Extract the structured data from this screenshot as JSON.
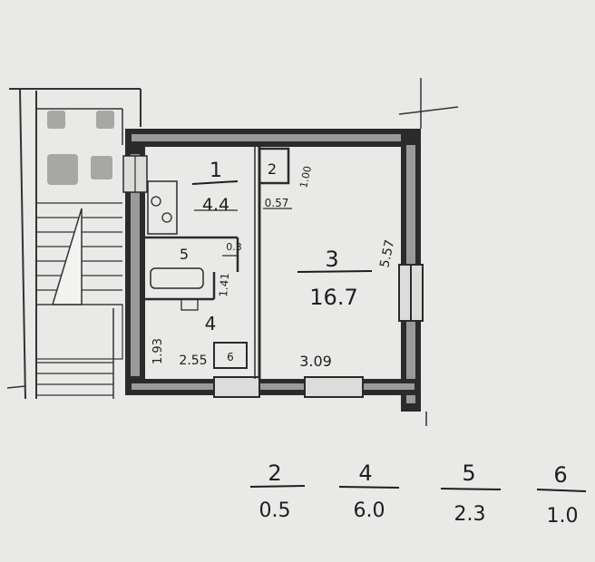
{
  "rooms": [
    {
      "id": "1",
      "area": "4.4"
    },
    {
      "id": "2",
      "area": ""
    },
    {
      "id": "3",
      "area": "16.7"
    },
    {
      "id": "4",
      "area": ""
    },
    {
      "id": "5",
      "area": ""
    },
    {
      "id": "6",
      "area": ""
    }
  ],
  "dimensions": {
    "room3_width": "3.09",
    "room3_depth": "5.57",
    "room4_width": "2.55",
    "room4_side": "1.93",
    "room2_width": "0.57",
    "room2_depth": "1.00",
    "room5_side": "1.41",
    "room5_top": "0.3"
  },
  "legend": [
    {
      "id": "2",
      "area": "0.5"
    },
    {
      "id": "4",
      "area": "6.0"
    },
    {
      "id": "5",
      "area": "2.3"
    },
    {
      "id": "6",
      "area": "1.0"
    }
  ],
  "colors": {
    "wall": "#2b2b2b",
    "paper": "#e9e9e7",
    "ink": "#1e1e1e"
  }
}
